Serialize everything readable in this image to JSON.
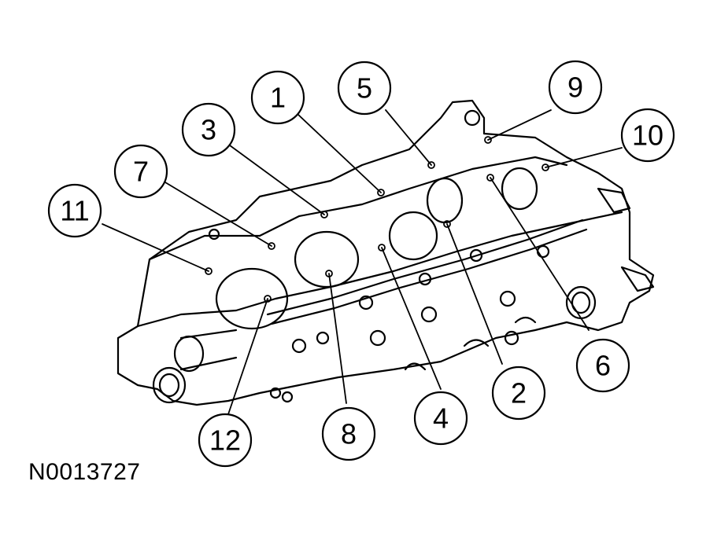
{
  "figure_id": "N0013727",
  "callouts": [
    {
      "label": "1"
    },
    {
      "label": "2"
    },
    {
      "label": "3"
    },
    {
      "label": "4"
    },
    {
      "label": "5"
    },
    {
      "label": "6"
    },
    {
      "label": "7"
    },
    {
      "label": "8"
    },
    {
      "label": "9"
    },
    {
      "label": "10"
    },
    {
      "label": "11"
    },
    {
      "label": "12"
    }
  ],
  "colors": {
    "line": "#000000",
    "background": "#ffffff"
  }
}
